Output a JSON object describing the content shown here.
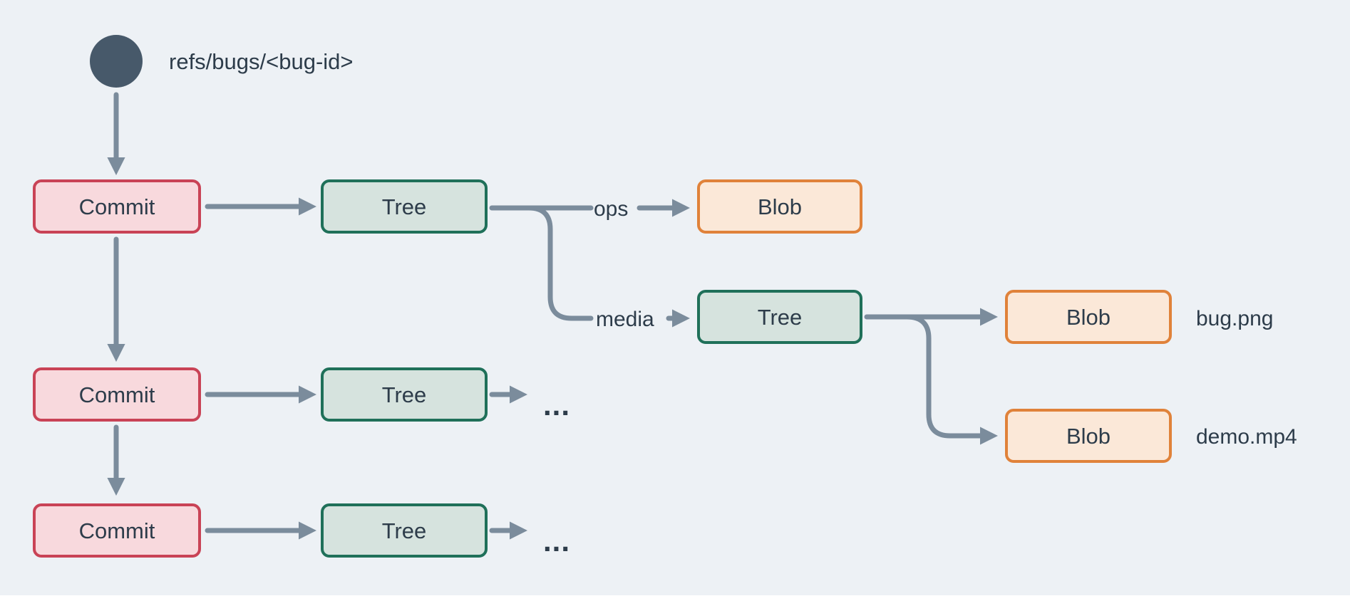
{
  "diagram": {
    "ref_label": "refs/bugs/<bug-id>",
    "nodes": {
      "commit1": "Commit",
      "commit2": "Commit",
      "commit3": "Commit",
      "tree1": "Tree",
      "tree_media": "Tree",
      "tree_row2": "Tree",
      "tree_row3": "Tree",
      "blob_ops": "Blob",
      "blob_bug": "Blob",
      "blob_demo": "Blob"
    },
    "edge_labels": {
      "ops": "ops",
      "media": "media"
    },
    "file_labels": {
      "bug_png": "bug.png",
      "demo_mp4": "demo.mp4"
    },
    "ellipsis": {
      "row2": "...",
      "row3": "..."
    },
    "colors": {
      "background": "#edf1f5",
      "connector": "#7b8c9c",
      "text": "#2d3c4a",
      "ref_circle": "#47596a",
      "commit_fill": "#f8d9dd",
      "commit_border": "#c94356",
      "tree_fill": "#d6e3de",
      "tree_border": "#1f7059",
      "blob_fill": "#fbe8d8",
      "blob_border": "#e0823a",
      "bottom_strip": "#ffffff"
    }
  }
}
